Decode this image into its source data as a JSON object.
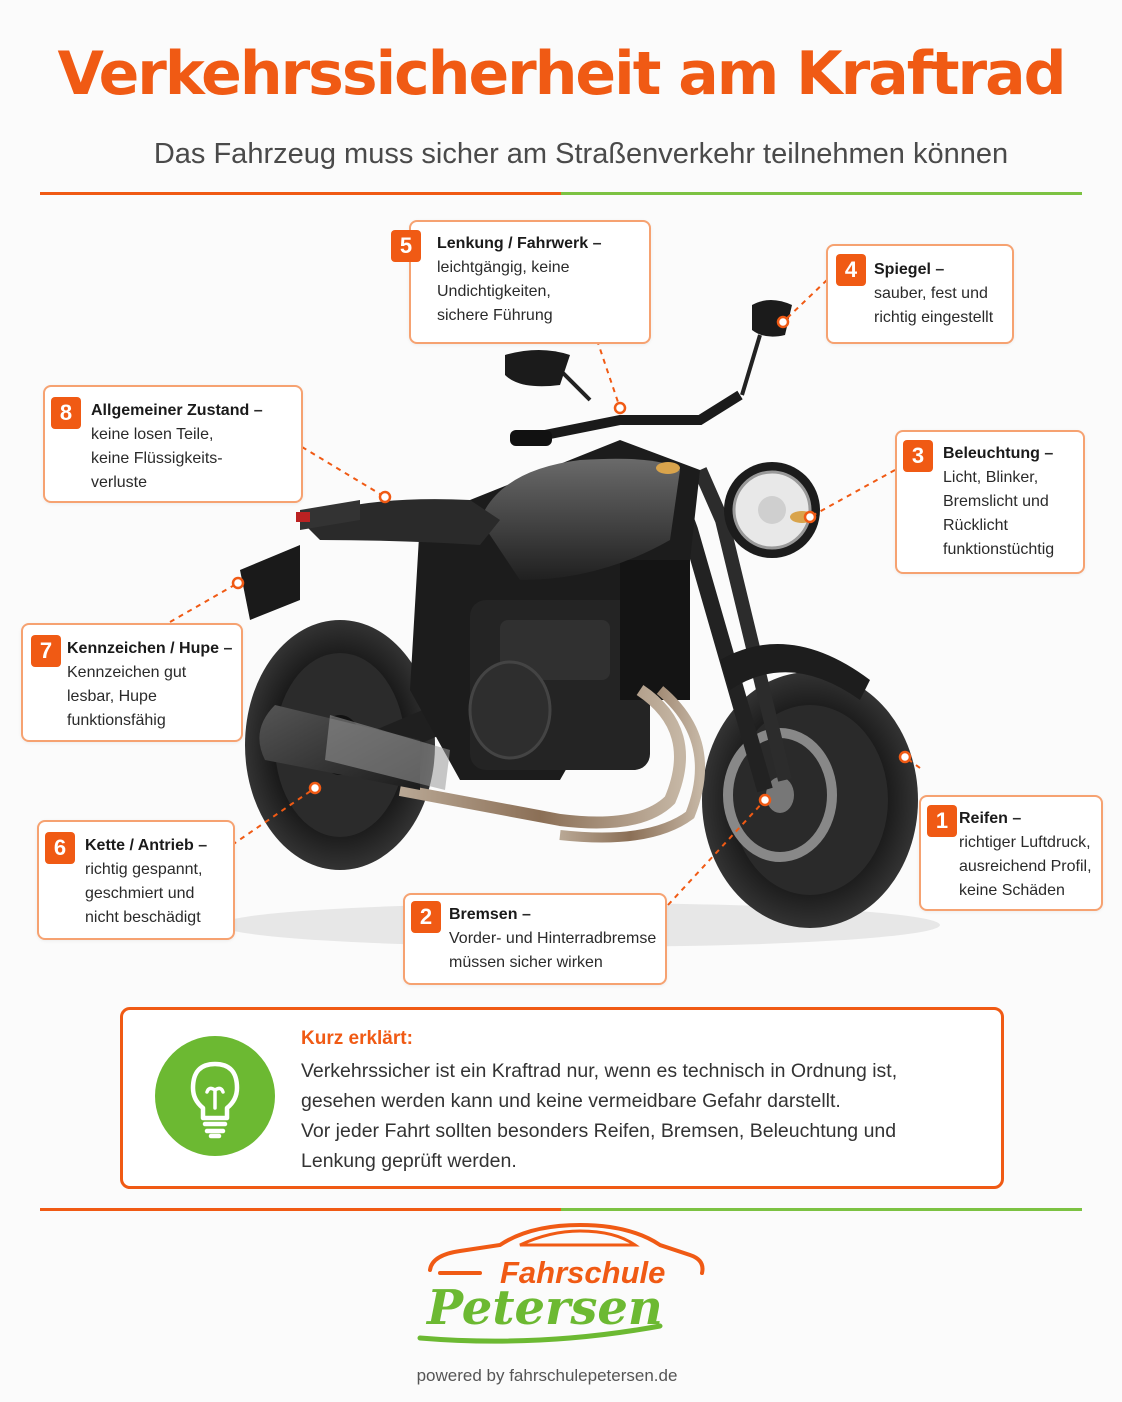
{
  "title": "Verkehrssicherheit am Kraftrad",
  "subtitle": "Das Fahrzeug muss sicher am Straßenverkehr teilnehmen können",
  "colors": {
    "accent": "#f05a14",
    "green": "#6cb932",
    "border": "#f6a271"
  },
  "callouts": {
    "c1": {
      "num": "1",
      "head": "Reifen",
      "lines": [
        "richtiger Luftdruck,",
        "ausreichend Profil,",
        "keine Schäden"
      ]
    },
    "c2": {
      "num": "2",
      "head": "Bremsen",
      "lines": [
        "Vorder- und Hinterradbremse",
        "müssen sicher wirken"
      ]
    },
    "c3": {
      "num": "3",
      "head": "Beleuchtung",
      "lines": [
        "Licht, Blinker,",
        "Bremslicht und",
        "Rücklicht",
        "funktionstüchtig"
      ]
    },
    "c4": {
      "num": "4",
      "head": "Spiegel",
      "lines": [
        "sauber, fest und",
        "richtig eingestellt"
      ]
    },
    "c5": {
      "num": "5",
      "head": "Lenkung / Fahrwerk",
      "lines": [
        "leichtgängig, keine",
        "Undichtigkeiten,",
        "sichere Führung"
      ]
    },
    "c6": {
      "num": "6",
      "head": "Kette / Antrieb",
      "lines": [
        "richtig gespannt,",
        "geschmiert und",
        "nicht beschädigt"
      ]
    },
    "c7": {
      "num": "7",
      "head": "Kennzeichen / Hupe",
      "lines": [
        "Kennzeichen gut",
        "lesbar, Hupe",
        "funktionsfähig"
      ]
    },
    "c8": {
      "num": "8",
      "head": "Allgemeiner Zustand",
      "lines": [
        "keine losen Teile,",
        "keine Flüssigkeits-",
        "verluste"
      ]
    }
  },
  "dash": "–",
  "info": {
    "icon": "lightbulb-icon",
    "title": "Kurz erklärt:",
    "lines": [
      "Verkehrssicher ist ein Kraftrad nur, wenn es technisch in Ordnung ist,",
      "gesehen werden kann und keine vermeidbare Gefahr darstellt.",
      "Vor jeder Fahrt sollten besonders Reifen, Bremsen, Beleuchtung und",
      "Lenkung geprüft werden."
    ]
  },
  "logo": {
    "line1": "Fahrschule",
    "line2": "Petersen"
  },
  "footer": "powered by fahrschulepetersen.de"
}
